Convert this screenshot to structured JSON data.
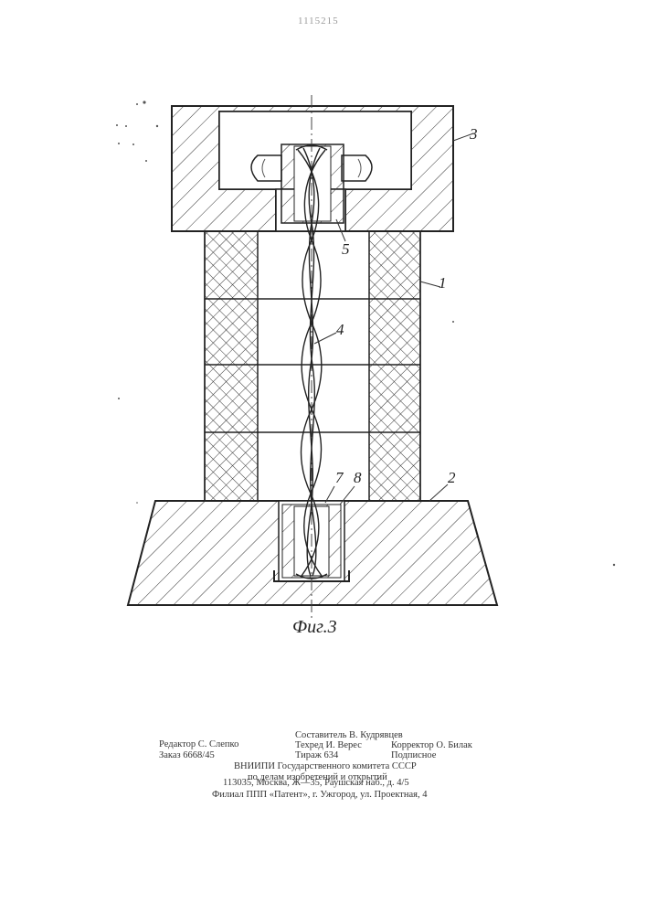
{
  "header": {
    "patent_number": "1115215"
  },
  "figure": {
    "caption": "Фиг.3",
    "callouts": {
      "c1": "1",
      "c2": "2",
      "c3": "3",
      "c4": "4",
      "c5": "5",
      "c7": "7",
      "c8": "8"
    }
  },
  "imprint": {
    "editor": "Редактор С. Слепко",
    "order": "Заказ 6668/45",
    "compiler": "Составитель В. Кудрявцев",
    "techred": "Техред И. Верес",
    "circulation": "Тираж 634",
    "corrector": "Корректор О. Билак",
    "subscription": "Подписное",
    "org_line1": "ВНИИПИ   Государственного   комитета   СССР",
    "org_line2": "по   делам   изобретений   и   открытий",
    "address": "113035,   Москва,   Ж—35,   Раушская   наб.,   д.   4/5",
    "branch": "Филиал  ППП  «Патент»,  г.  Ужгород,  ул.  Проектная,  4"
  }
}
